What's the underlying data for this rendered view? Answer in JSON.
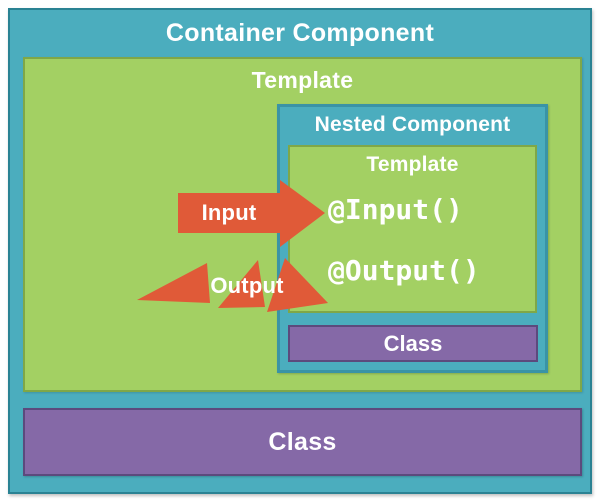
{
  "diagram": {
    "container_component": {
      "title": "Container Component"
    },
    "container_template": {
      "title": "Template"
    },
    "nested_component": {
      "title": "Nested Component"
    },
    "nested_template": {
      "title": "Template",
      "input_code": "@Input()",
      "output_code": "@Output()"
    },
    "nested_class": {
      "title": "Class"
    },
    "container_class": {
      "title": "Class"
    },
    "input_arrow": {
      "label": "Input"
    },
    "output_arrow": {
      "label": "Output"
    }
  },
  "colors": {
    "teal": "#4badbe",
    "teal_border": "#2a8293",
    "nested_teal_border": "#3a93a6",
    "green": "#a3d063",
    "green_border": "#7fa748",
    "purple": "#8569a7",
    "purple_border": "#5c4a7d",
    "arrow_orange": "#e05a38",
    "text_white": "#ffffff"
  }
}
